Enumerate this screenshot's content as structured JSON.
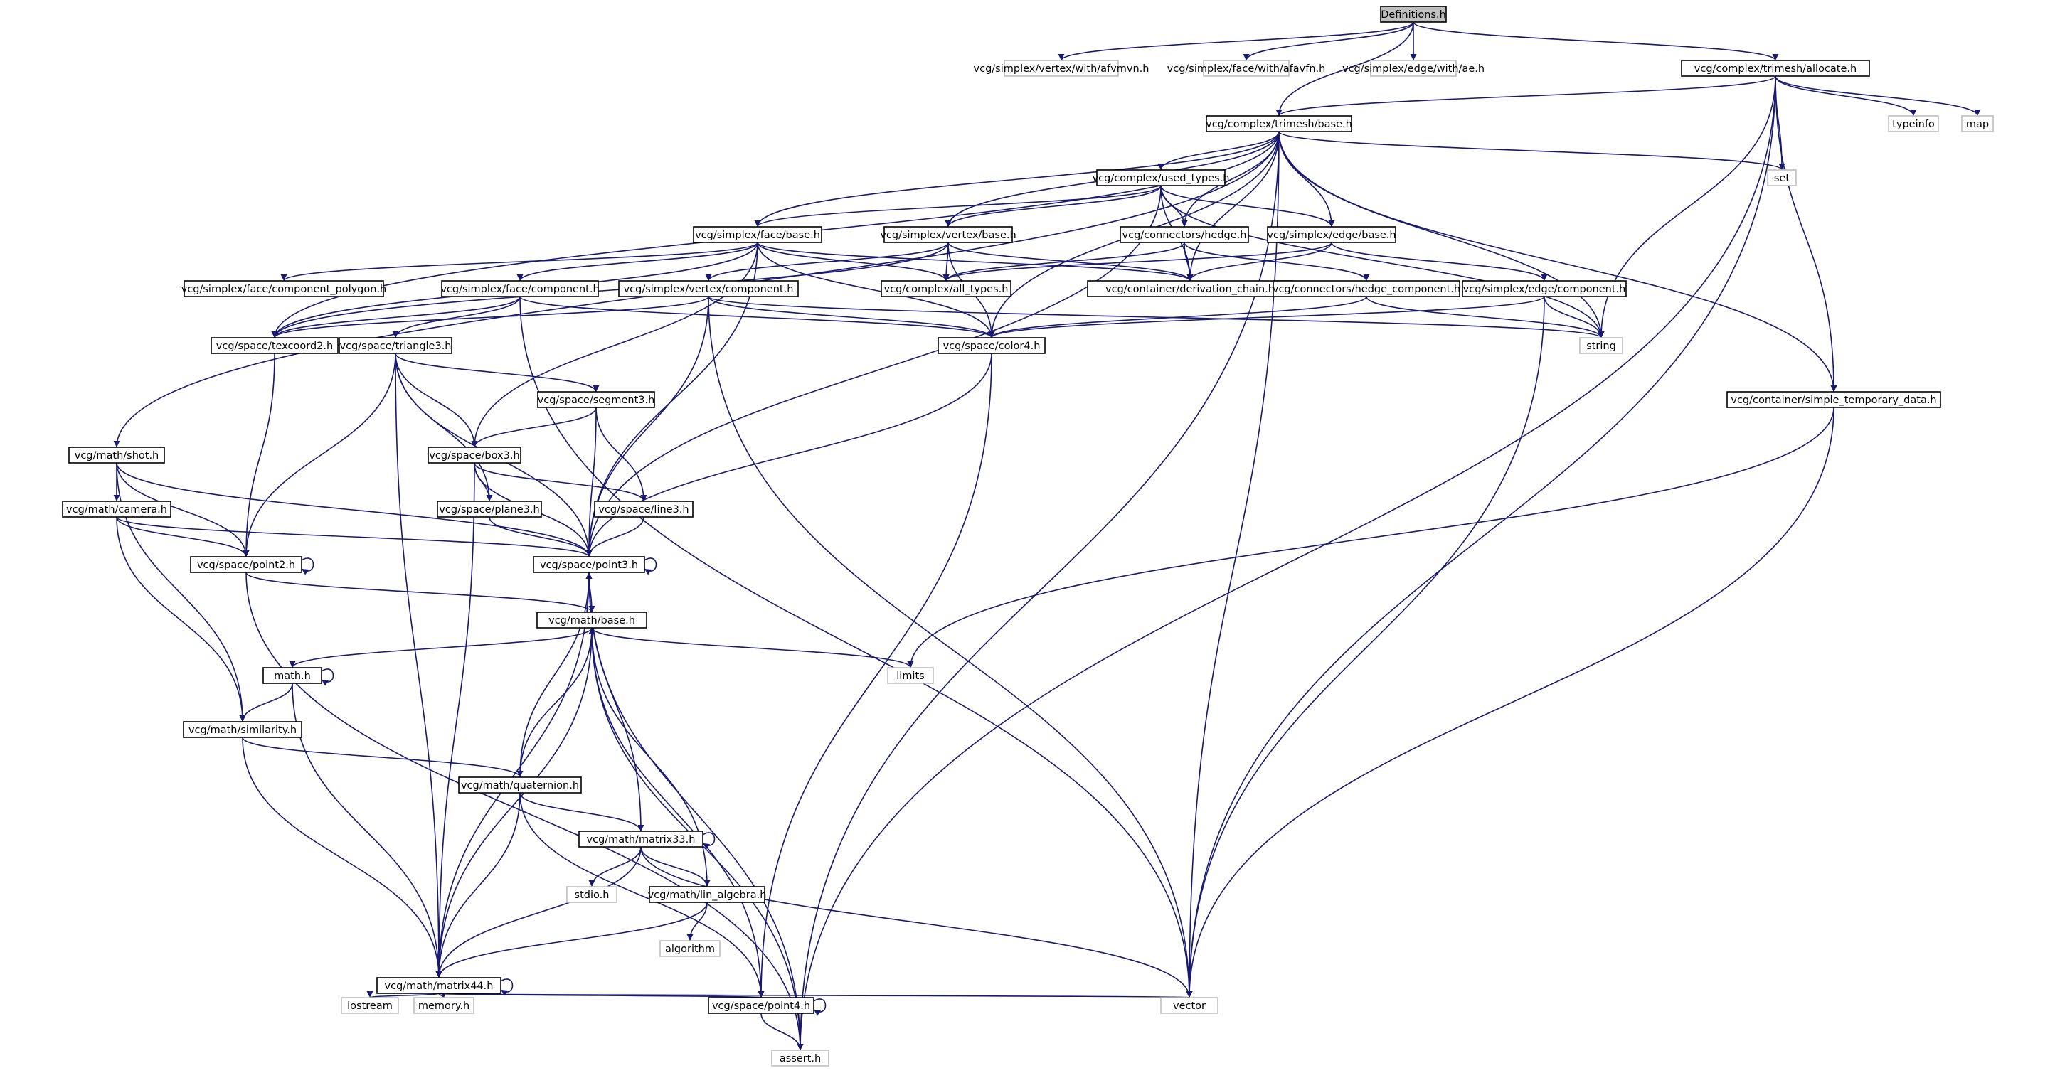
{
  "diagram": {
    "type": "include-dependency-graph",
    "colors": {
      "edge": "#191970",
      "root_fill": "#bfbfbf",
      "external_border": "#bfbfbf",
      "node_border": "#000000"
    },
    "nodes": [
      {
        "id": "definitions",
        "label": "Definitions.h",
        "kind": "root"
      },
      {
        "id": "vertex_afvmvn",
        "label": "vcg/simplex/vertex/with/afvmvn.h",
        "kind": "ext"
      },
      {
        "id": "face_afavfn",
        "label": "vcg/simplex/face/with/afavfn.h",
        "kind": "ext"
      },
      {
        "id": "edge_ae",
        "label": "vcg/simplex/edge/with/ae.h",
        "kind": "ext"
      },
      {
        "id": "trimesh_allocate",
        "label": "vcg/complex/trimesh/allocate.h",
        "kind": "int"
      },
      {
        "id": "trimesh_base",
        "label": "vcg/complex/trimesh/base.h",
        "kind": "int"
      },
      {
        "id": "typeinfo",
        "label": "typeinfo",
        "kind": "ext"
      },
      {
        "id": "map",
        "label": "map",
        "kind": "ext"
      },
      {
        "id": "set",
        "label": "set",
        "kind": "ext"
      },
      {
        "id": "used_types",
        "label": "vcg/complex/used_types.h",
        "kind": "int"
      },
      {
        "id": "face_base",
        "label": "vcg/simplex/face/base.h",
        "kind": "int"
      },
      {
        "id": "vertex_base",
        "label": "vcg/simplex/vertex/base.h",
        "kind": "int"
      },
      {
        "id": "hedge",
        "label": "vcg/connectors/hedge.h",
        "kind": "int"
      },
      {
        "id": "edge_base",
        "label": "vcg/simplex/edge/base.h",
        "kind": "int"
      },
      {
        "id": "face_comp_poly",
        "label": "vcg/simplex/face/component_polygon.h",
        "kind": "int"
      },
      {
        "id": "all_types",
        "label": "vcg/complex/all_types.h",
        "kind": "int"
      },
      {
        "id": "derivation_chain",
        "label": "vcg/container/derivation_chain.h",
        "kind": "int"
      },
      {
        "id": "face_component",
        "label": "vcg/simplex/face/component.h",
        "kind": "int"
      },
      {
        "id": "vertex_component",
        "label": "vcg/simplex/vertex/component.h",
        "kind": "int"
      },
      {
        "id": "hedge_component",
        "label": "vcg/connectors/hedge_component.h",
        "kind": "int"
      },
      {
        "id": "edge_component",
        "label": "vcg/simplex/edge/component.h",
        "kind": "int"
      },
      {
        "id": "texcoord2",
        "label": "vcg/space/texcoord2.h",
        "kind": "int"
      },
      {
        "id": "triangle3",
        "label": "vcg/space/triangle3.h",
        "kind": "int"
      },
      {
        "id": "color4",
        "label": "vcg/space/color4.h",
        "kind": "int"
      },
      {
        "id": "string",
        "label": "string",
        "kind": "ext"
      },
      {
        "id": "simple_temp",
        "label": "vcg/container/simple_temporary_data.h",
        "kind": "int"
      },
      {
        "id": "segment3",
        "label": "vcg/space/segment3.h",
        "kind": "int"
      },
      {
        "id": "shot",
        "label": "vcg/math/shot.h",
        "kind": "int"
      },
      {
        "id": "box3",
        "label": "vcg/space/box3.h",
        "kind": "int"
      },
      {
        "id": "camera",
        "label": "vcg/math/camera.h",
        "kind": "int"
      },
      {
        "id": "plane3",
        "label": "vcg/space/plane3.h",
        "kind": "int"
      },
      {
        "id": "line3",
        "label": "vcg/space/line3.h",
        "kind": "int"
      },
      {
        "id": "point2",
        "label": "vcg/space/point2.h",
        "kind": "int"
      },
      {
        "id": "point3",
        "label": "vcg/space/point3.h",
        "kind": "int"
      },
      {
        "id": "math_base",
        "label": "vcg/math/base.h",
        "kind": "int"
      },
      {
        "id": "math_h",
        "label": "math.h",
        "kind": "int"
      },
      {
        "id": "limits",
        "label": "limits",
        "kind": "ext"
      },
      {
        "id": "similarity",
        "label": "vcg/math/similarity.h",
        "kind": "int"
      },
      {
        "id": "quaternion",
        "label": "vcg/math/quaternion.h",
        "kind": "int"
      },
      {
        "id": "matrix33",
        "label": "vcg/math/matrix33.h",
        "kind": "int"
      },
      {
        "id": "stdio",
        "label": "stdio.h",
        "kind": "ext"
      },
      {
        "id": "lin_algebra",
        "label": "vcg/math/lin_algebra.h",
        "kind": "int"
      },
      {
        "id": "algorithm",
        "label": "algorithm",
        "kind": "ext"
      },
      {
        "id": "matrix44",
        "label": "vcg/math/matrix44.h",
        "kind": "int"
      },
      {
        "id": "iostream",
        "label": "iostream",
        "kind": "ext"
      },
      {
        "id": "memory",
        "label": "memory.h",
        "kind": "ext"
      },
      {
        "id": "point4",
        "label": "vcg/space/point4.h",
        "kind": "int"
      },
      {
        "id": "vector",
        "label": "vector",
        "kind": "ext"
      },
      {
        "id": "assert",
        "label": "assert.h",
        "kind": "ext"
      }
    ],
    "edges": [
      [
        "definitions",
        "vertex_afvmvn"
      ],
      [
        "definitions",
        "face_afavfn"
      ],
      [
        "definitions",
        "edge_ae"
      ],
      [
        "definitions",
        "trimesh_allocate"
      ],
      [
        "definitions",
        "trimesh_base"
      ],
      [
        "trimesh_allocate",
        "trimesh_base"
      ],
      [
        "trimesh_allocate",
        "typeinfo"
      ],
      [
        "trimesh_allocate",
        "map"
      ],
      [
        "trimesh_allocate",
        "set"
      ],
      [
        "trimesh_allocate",
        "string"
      ],
      [
        "trimesh_allocate",
        "simple_temp"
      ],
      [
        "trimesh_allocate",
        "vector"
      ],
      [
        "trimesh_allocate",
        "assert"
      ],
      [
        "trimesh_base",
        "set"
      ],
      [
        "trimesh_base",
        "used_types"
      ],
      [
        "trimesh_base",
        "face_base"
      ],
      [
        "trimesh_base",
        "vertex_base"
      ],
      [
        "trimesh_base",
        "hedge"
      ],
      [
        "trimesh_base",
        "edge_base"
      ],
      [
        "trimesh_base",
        "derivation_chain"
      ],
      [
        "trimesh_base",
        "color4"
      ],
      [
        "trimesh_base",
        "texcoord2"
      ],
      [
        "trimesh_base",
        "string"
      ],
      [
        "trimesh_base",
        "simple_temp"
      ],
      [
        "trimesh_base",
        "vector"
      ],
      [
        "trimesh_base",
        "shot"
      ],
      [
        "trimesh_base",
        "assert"
      ],
      [
        "used_types",
        "face_base"
      ],
      [
        "used_types",
        "vertex_base"
      ],
      [
        "used_types",
        "hedge"
      ],
      [
        "used_types",
        "edge_base"
      ],
      [
        "used_types",
        "derivation_chain"
      ],
      [
        "used_types",
        "string"
      ],
      [
        "used_types",
        "point3"
      ],
      [
        "face_base",
        "face_comp_poly"
      ],
      [
        "face_base",
        "all_types"
      ],
      [
        "face_base",
        "derivation_chain"
      ],
      [
        "face_base",
        "face_component"
      ],
      [
        "face_base",
        "color4"
      ],
      [
        "face_base",
        "texcoord2"
      ],
      [
        "face_base",
        "point3"
      ],
      [
        "face_base",
        "box3"
      ],
      [
        "vertex_base",
        "all_types"
      ],
      [
        "vertex_base",
        "derivation_chain"
      ],
      [
        "vertex_base",
        "vertex_component"
      ],
      [
        "vertex_base",
        "color4"
      ],
      [
        "vertex_base",
        "texcoord2"
      ],
      [
        "hedge",
        "all_types"
      ],
      [
        "hedge",
        "derivation_chain"
      ],
      [
        "hedge",
        "hedge_component"
      ],
      [
        "edge_base",
        "all_types"
      ],
      [
        "edge_base",
        "derivation_chain"
      ],
      [
        "edge_base",
        "edge_component"
      ],
      [
        "face_component",
        "texcoord2"
      ],
      [
        "face_component",
        "triangle3"
      ],
      [
        "face_component",
        "color4"
      ],
      [
        "face_component",
        "vector"
      ],
      [
        "vertex_component",
        "texcoord2"
      ],
      [
        "vertex_component",
        "color4"
      ],
      [
        "vertex_component",
        "string"
      ],
      [
        "vertex_component",
        "point3"
      ],
      [
        "vertex_component",
        "vector"
      ],
      [
        "hedge_component",
        "color4"
      ],
      [
        "hedge_component",
        "string"
      ],
      [
        "edge_component",
        "color4"
      ],
      [
        "edge_component",
        "string"
      ],
      [
        "edge_component",
        "vector"
      ],
      [
        "texcoord2",
        "point2"
      ],
      [
        "triangle3",
        "segment3"
      ],
      [
        "triangle3",
        "box3"
      ],
      [
        "triangle3",
        "plane3"
      ],
      [
        "triangle3",
        "point2"
      ],
      [
        "triangle3",
        "point3"
      ],
      [
        "triangle3",
        "matrix44"
      ],
      [
        "color4",
        "point3"
      ],
      [
        "color4",
        "point4"
      ],
      [
        "simple_temp",
        "limits"
      ],
      [
        "simple_temp",
        "vector"
      ],
      [
        "segment3",
        "box3"
      ],
      [
        "segment3",
        "line3"
      ],
      [
        "segment3",
        "point3"
      ],
      [
        "shot",
        "camera"
      ],
      [
        "shot",
        "point2"
      ],
      [
        "shot",
        "point3"
      ],
      [
        "shot",
        "similarity"
      ],
      [
        "box3",
        "plane3"
      ],
      [
        "box3",
        "line3"
      ],
      [
        "box3",
        "point3"
      ],
      [
        "box3",
        "matrix44"
      ],
      [
        "camera",
        "point2"
      ],
      [
        "camera",
        "point3"
      ],
      [
        "camera",
        "similarity"
      ],
      [
        "plane3",
        "point3"
      ],
      [
        "line3",
        "point3"
      ],
      [
        "point2",
        "point2"
      ],
      [
        "point2",
        "math_base"
      ],
      [
        "point2",
        "assert"
      ],
      [
        "point3",
        "point3"
      ],
      [
        "point3",
        "math_base"
      ],
      [
        "point3",
        "assert"
      ],
      [
        "math_base",
        "math_h"
      ],
      [
        "math_base",
        "limits"
      ],
      [
        "math_base",
        "assert"
      ],
      [
        "math_h",
        "math_h"
      ],
      [
        "math_h",
        "similarity"
      ],
      [
        "math_h",
        "matrix44"
      ],
      [
        "similarity",
        "quaternion"
      ],
      [
        "similarity",
        "matrix44"
      ],
      [
        "quaternion",
        "point3"
      ],
      [
        "quaternion",
        "math_base"
      ],
      [
        "quaternion",
        "matrix33"
      ],
      [
        "quaternion",
        "matrix44"
      ],
      [
        "quaternion",
        "point4"
      ],
      [
        "matrix33",
        "matrix33"
      ],
      [
        "matrix33",
        "point3"
      ],
      [
        "matrix33",
        "stdio"
      ],
      [
        "matrix33",
        "lin_algebra"
      ],
      [
        "matrix33",
        "matrix44"
      ],
      [
        "matrix33",
        "vector"
      ],
      [
        "lin_algebra",
        "math_base"
      ],
      [
        "lin_algebra",
        "algorithm"
      ],
      [
        "lin_algebra",
        "matrix44"
      ],
      [
        "matrix44",
        "matrix44"
      ],
      [
        "matrix44",
        "point3"
      ],
      [
        "matrix44",
        "math_base"
      ],
      [
        "matrix44",
        "iostream"
      ],
      [
        "matrix44",
        "memory"
      ],
      [
        "matrix44",
        "point4"
      ],
      [
        "matrix44",
        "vector"
      ],
      [
        "point4",
        "point4"
      ],
      [
        "point4",
        "math_base"
      ],
      [
        "point4",
        "assert"
      ]
    ]
  }
}
